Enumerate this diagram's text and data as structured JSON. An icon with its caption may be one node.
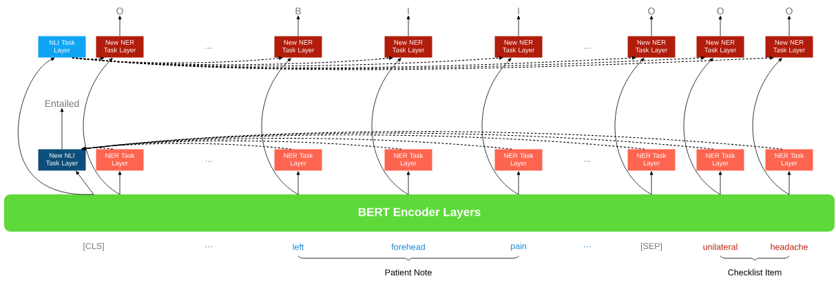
{
  "diagram": {
    "nodes": [
      {
        "text": [
          "O"
        ]
      },
      {
        "text": [
          "B"
        ]
      },
      {
        "text": [
          "I"
        ]
      },
      {
        "text": [
          "I"
        ]
      },
      {
        "text": [
          "O"
        ]
      },
      {
        "text": [
          "O"
        ]
      },
      {
        "text": [
          "O"
        ]
      },
      {
        "text": [
          "NLI Task Layer"
        ]
      },
      {
        "text": [
          "New NER Task Layer"
        ]
      },
      {
        "text": [
          "New NER Task Layer"
        ]
      },
      {
        "text": [
          "New NER Task Layer"
        ]
      },
      {
        "text": [
          "New NER Task Layer"
        ]
      },
      {
        "text": [
          "New NER Task Layer"
        ]
      },
      {
        "text": [
          "New NER Task Layer"
        ]
      },
      {
        "text": [
          "New NER Task Layer"
        ]
      },
      {
        "text": [
          "Entailed"
        ]
      },
      {
        "text": [
          "New NLI Task Layer"
        ]
      },
      {
        "text": [
          "NER Task Layer"
        ]
      },
      {
        "text": [
          "NER Task Layer"
        ]
      },
      {
        "text": [
          "NER Task Layer"
        ]
      },
      {
        "text": [
          "NER Task Layer"
        ]
      },
      {
        "text": [
          "NER Task Layer"
        ]
      },
      {
        "text": [
          "NER Task Layer"
        ]
      },
      {
        "text": [
          "NER Task Layer"
        ]
      },
      {
        "text": [
          "BERT Encoder Layers"
        ]
      }
    ],
    "edges": [
      {
        "from": 8,
        "to": 0,
        "arrow": "to"
      },
      {
        "from": 9,
        "to": 1,
        "arrow": "to"
      },
      {
        "from": 10,
        "to": 2,
        "arrow": "to"
      },
      {
        "from": 11,
        "to": 3,
        "arrow": "to"
      },
      {
        "from": 12,
        "to": 4,
        "arrow": "to"
      },
      {
        "from": 13,
        "to": 5,
        "arrow": "to"
      },
      {
        "from": 14,
        "to": 6,
        "arrow": "to"
      },
      {
        "from": 7,
        "to": 8,
        "arrow": "to",
        "style": "dashed"
      },
      {
        "from": 7,
        "to": 9,
        "arrow": "to",
        "style": "dashed"
      },
      {
        "from": 7,
        "to": 10,
        "arrow": "to",
        "style": "dashed"
      },
      {
        "from": 7,
        "to": 11,
        "arrow": "to",
        "style": "dashed"
      },
      {
        "from": 7,
        "to": 12,
        "arrow": "to",
        "style": "dashed"
      },
      {
        "from": 7,
        "to": 13,
        "arrow": "to",
        "style": "dashed"
      },
      {
        "from": 7,
        "to": 14,
        "arrow": "to",
        "style": "dashed"
      },
      {
        "from": 16,
        "to": 15,
        "arrow": "to"
      },
      {
        "from": 17,
        "to": 16,
        "arrow": "to",
        "style": "dashed"
      },
      {
        "from": 18,
        "to": 16,
        "arrow": "to",
        "style": "dashed"
      },
      {
        "from": 19,
        "to": 16,
        "arrow": "to",
        "style": "dashed"
      },
      {
        "from": 20,
        "to": 16,
        "arrow": "to",
        "style": "dashed"
      },
      {
        "from": 21,
        "to": 16,
        "arrow": "to",
        "style": "dashed"
      },
      {
        "from": 22,
        "to": 16,
        "arrow": "to",
        "style": "dashed"
      },
      {
        "from": 23,
        "to": 16,
        "arrow": "to",
        "style": "dashed"
      },
      {
        "from": 24,
        "to": 16,
        "arrow": "to"
      },
      {
        "from": 24,
        "to": 17,
        "arrow": "to"
      },
      {
        "from": 24,
        "to": 7,
        "arrow": "to"
      },
      {
        "from": 24,
        "to": 8,
        "arrow": "to"
      },
      {
        "from": 24,
        "to": 18,
        "arrow": "to"
      },
      {
        "from": 24,
        "to": 9,
        "arrow": "to"
      },
      {
        "from": 24,
        "to": 19,
        "arrow": "to"
      },
      {
        "from": 24,
        "to": 10,
        "arrow": "to"
      },
      {
        "from": 24,
        "to": 20,
        "arrow": "to"
      },
      {
        "from": 24,
        "to": 11,
        "arrow": "to"
      },
      {
        "from": 24,
        "to": 21,
        "arrow": "to"
      },
      {
        "from": 24,
        "to": 12,
        "arrow": "to"
      },
      {
        "from": 24,
        "to": 22,
        "arrow": "to"
      },
      {
        "from": 24,
        "to": 13,
        "arrow": "to"
      },
      {
        "from": 24,
        "to": 23,
        "arrow": "to"
      },
      {
        "from": 24,
        "to": 14,
        "arrow": "to"
      }
    ],
    "labels": [
      "...",
      "...",
      "...",
      "...",
      "[CLS]",
      "…",
      "left",
      "forehead",
      "pain",
      "…",
      "[SEP]",
      "unilateral",
      "headache",
      "Patient Note",
      "Checklist Item"
    ]
  }
}
